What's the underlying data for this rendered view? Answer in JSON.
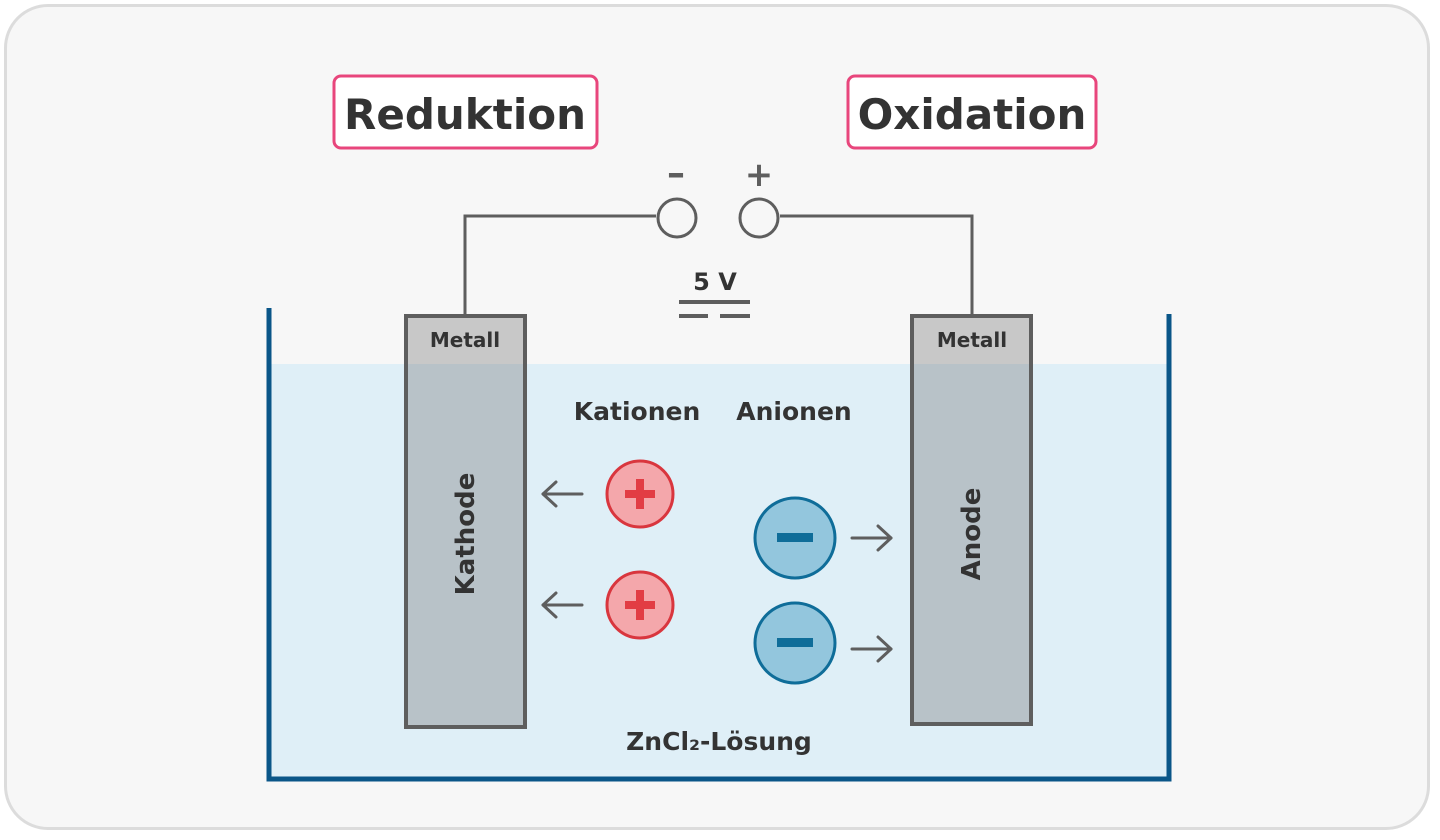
{
  "labels": {
    "reduction": "Reduktion",
    "oxidation": "Oxidation",
    "minus_terminal": "–",
    "plus_terminal": "+",
    "voltage": "5 V",
    "cathode_top": "Metall",
    "anode_top": "Metall",
    "cathode": "Kathode",
    "anode": "Anode",
    "cations": "Kationen",
    "anions": "Anionen",
    "solution": "ZnCl₂-Lösung"
  },
  "ions": {
    "cation_sign": "+",
    "anion_sign": "–"
  },
  "colors": {
    "accent_pink": "#e8467c",
    "cation_fill": "#f4a7ab",
    "cation_stroke": "#d9363e",
    "anion_fill": "#93c6dd",
    "anion_stroke": "#0f6d99",
    "water": "#dfeff7",
    "tank": "#0a5688",
    "electrode": "#b8c2c8",
    "metal": "#c8c8c8",
    "wire": "#5e5e5e"
  }
}
